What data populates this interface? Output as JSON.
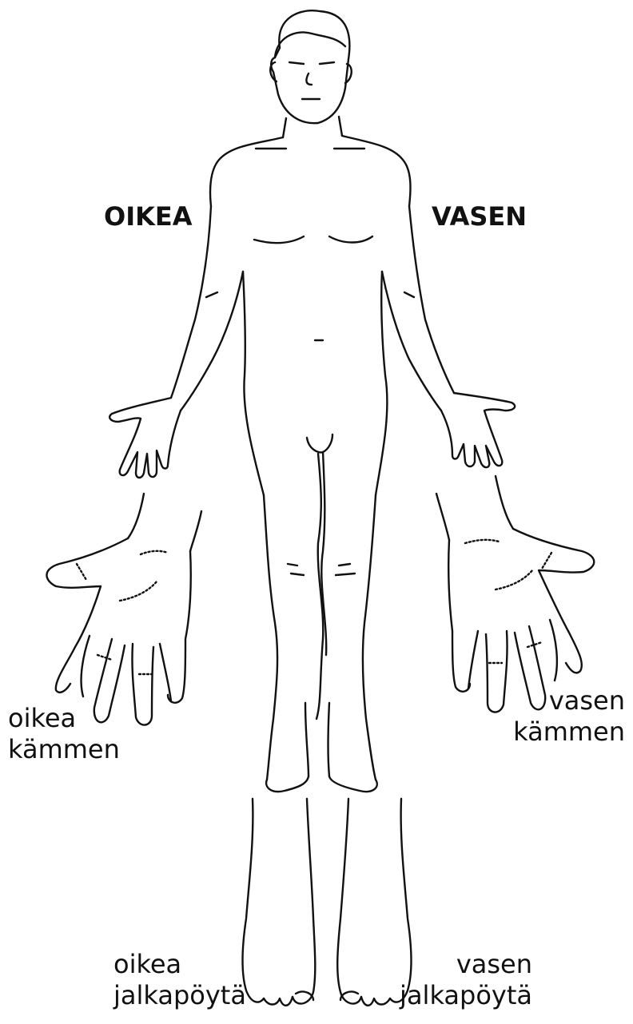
{
  "labels": {
    "right_side": "OIKEA",
    "left_side": "VASEN",
    "right_palm": [
      "oikea",
      "kämmen"
    ],
    "left_palm": [
      "vasen",
      "kämmen"
    ],
    "right_sole": [
      "oikea",
      "jalkapöytä"
    ],
    "left_sole": [
      "vasen",
      "jalkapöytä"
    ]
  },
  "colors": {
    "line": "#111111",
    "background": "#ffffff"
  }
}
